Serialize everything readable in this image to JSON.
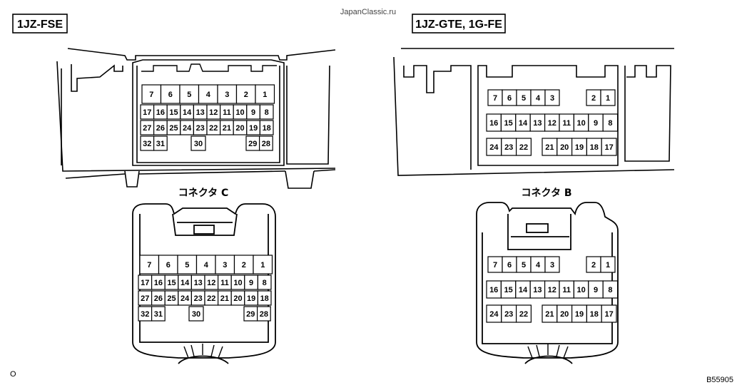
{
  "watermark": "JapanClassic.ru",
  "corner_left": "O",
  "figure_code": "B55905",
  "left": {
    "engine_label": "1JZ-FSE",
    "connector_title": "コネクタ C",
    "pin_rows": [
      [
        "7",
        "6",
        "5",
        "4",
        "3",
        "2",
        "1"
      ],
      [
        "17",
        "16",
        "15",
        "14",
        "13",
        "12",
        "11",
        "10",
        "9",
        "8"
      ],
      [
        "27",
        "26",
        "25",
        "24",
        "23",
        "22",
        "21",
        "20",
        "19",
        "18"
      ],
      [
        "32",
        "31",
        "30",
        "29",
        "28"
      ]
    ]
  },
  "right": {
    "engine_label": "1JZ-GTE, 1G-FE",
    "connector_title": "コネクタ B",
    "pin_rows": [
      [
        "7",
        "6",
        "5",
        "4",
        "3",
        "2",
        "1"
      ],
      [
        "16",
        "15",
        "14",
        "13",
        "12",
        "11",
        "10",
        "9",
        "8"
      ],
      [
        "24",
        "23",
        "22",
        "21",
        "20",
        "19",
        "18",
        "17"
      ]
    ]
  }
}
